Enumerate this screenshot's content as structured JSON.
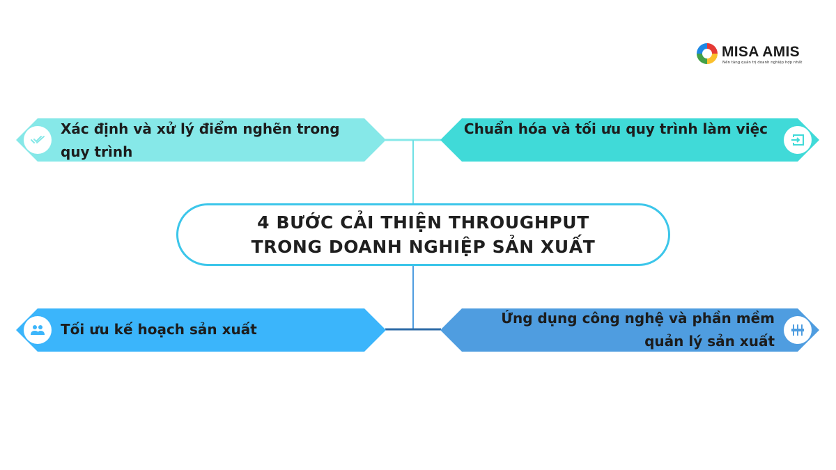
{
  "brand": {
    "name": "MISA AMIS",
    "tagline": "Nền tảng quản trị doanh nghiệp hợp nhất"
  },
  "center": {
    "title_line1": "4 BƯỚC CẢI THIỆN THROUGHPUT",
    "title_line2": "TRONG DOANH NGHIỆP SẢN XUẤT",
    "border_color": "#3cc6ea"
  },
  "steps": [
    {
      "label": "Xác định và xử lý điểm nghẽn trong quy trình",
      "icon": "double-check-icon",
      "color": "#86e8e8",
      "position": "top-left"
    },
    {
      "label": "Chuẩn hóa và tối ưu quy trình làm việc",
      "icon": "login-enter-icon",
      "color": "#40dad8",
      "position": "top-right"
    },
    {
      "label": "Tối ưu kế hoạch sản xuất",
      "icon": "users-icon",
      "color": "#3bb5fb",
      "position": "bottom-left"
    },
    {
      "label": "Ứng dụng công nghệ và phần mềm quản lý sản xuất",
      "icon": "sliders-icon",
      "color": "#4f9de0",
      "position": "bottom-right"
    }
  ],
  "connectors": {
    "top_color": "#86e8e8",
    "bottom_color": "#2d6aa6"
  }
}
